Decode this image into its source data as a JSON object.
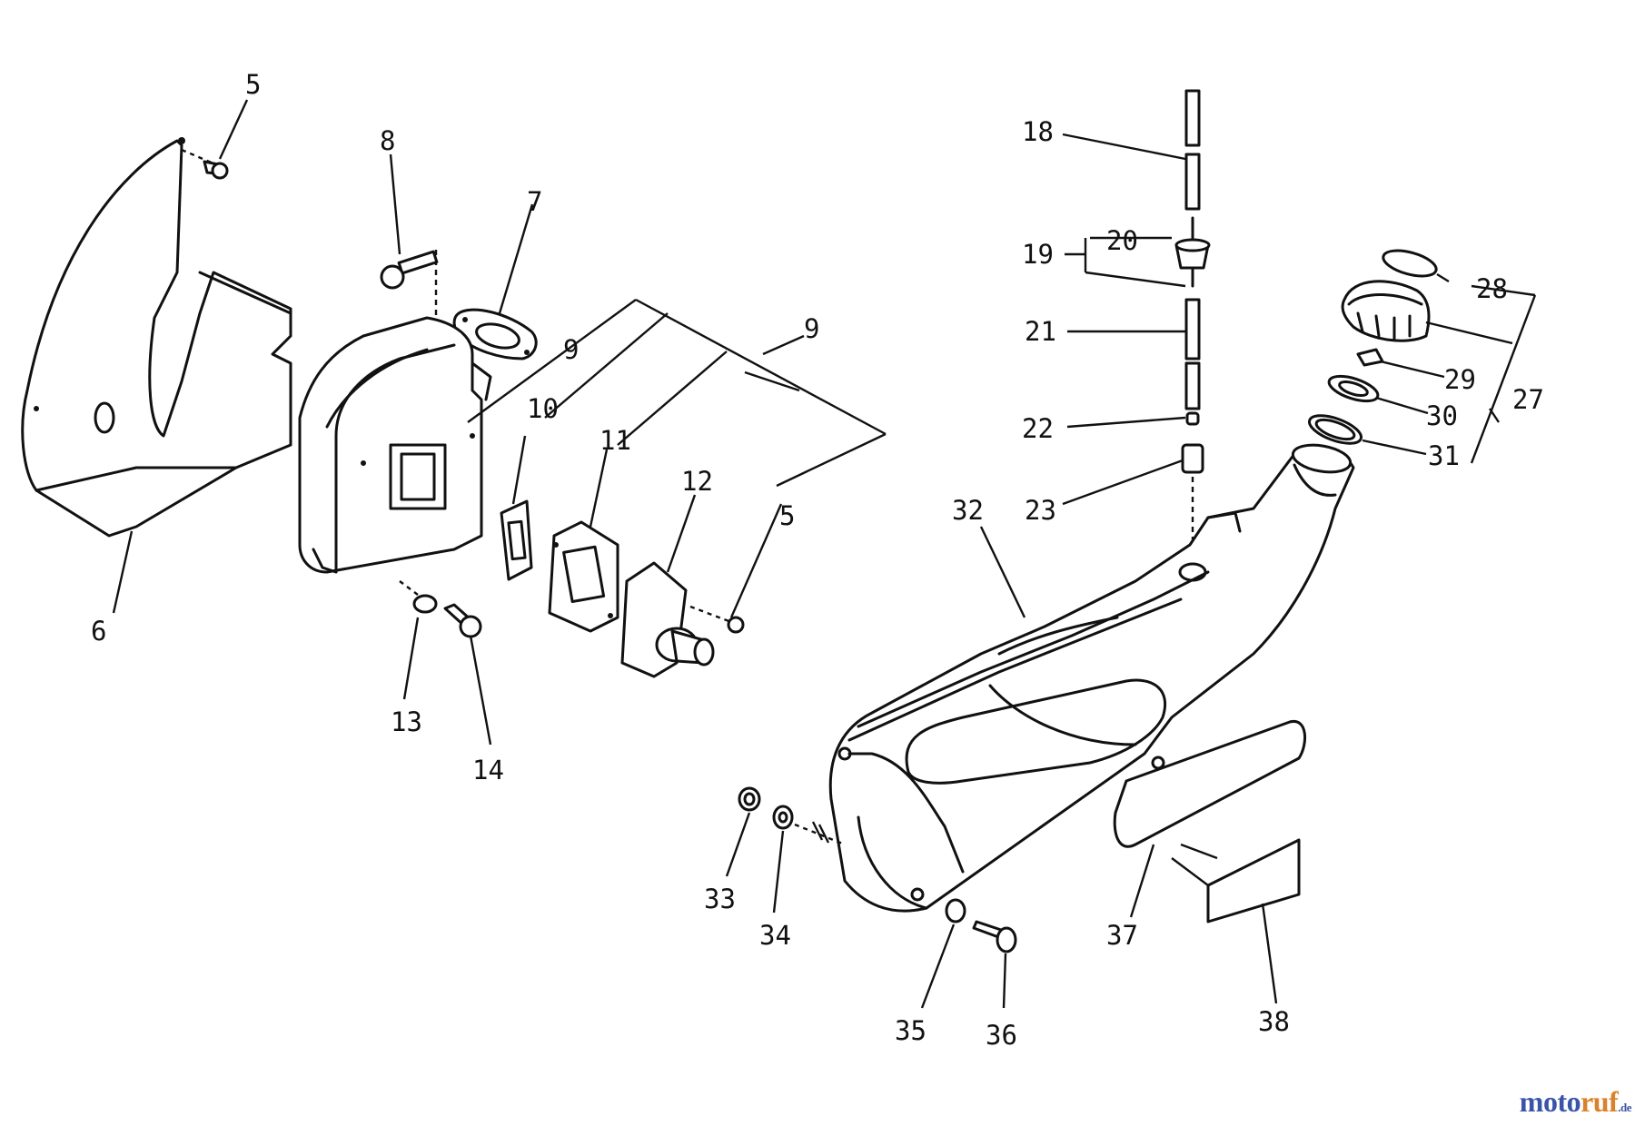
{
  "labels": {
    "n5a": "5",
    "n5b": "5",
    "n6": "6",
    "n7": "7",
    "n8": "8",
    "n9a": "9",
    "n9b": "9",
    "n10": "10",
    "n11": "11",
    "n12": "12",
    "n13": "13",
    "n14": "14",
    "n18": "18",
    "n19": "19",
    "n20": "20",
    "n21": "21",
    "n22": "22",
    "n23": "23",
    "n27": "27",
    "n28": "28",
    "n29": "29",
    "n30": "30",
    "n31": "31",
    "n32": "32",
    "n33": "33",
    "n34": "34",
    "n35": "35",
    "n36": "36",
    "n37": "37",
    "n38": "38"
  },
  "watermark": {
    "part1": "moto",
    "part2": "ruf",
    "suffix": ".de"
  }
}
